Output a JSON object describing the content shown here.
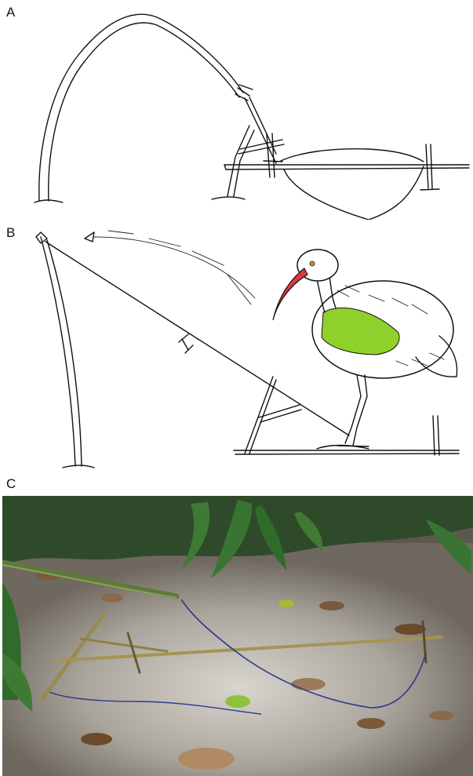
{
  "panels": {
    "a": {
      "label": "A"
    },
    "b": {
      "label": "B"
    },
    "c": {
      "label": "C"
    }
  },
  "colors": {
    "ink": "#111111",
    "bird_beak": "#e0383b",
    "bird_wing_highlight": "#8fd12a",
    "soil": "#7d776c",
    "sand": "#cfccc6",
    "leaf_green": "#2f6b2a",
    "snare_cord": "#2a3a8a"
  },
  "icons": {
    "motion_arrow": "arrow-left-icon"
  }
}
